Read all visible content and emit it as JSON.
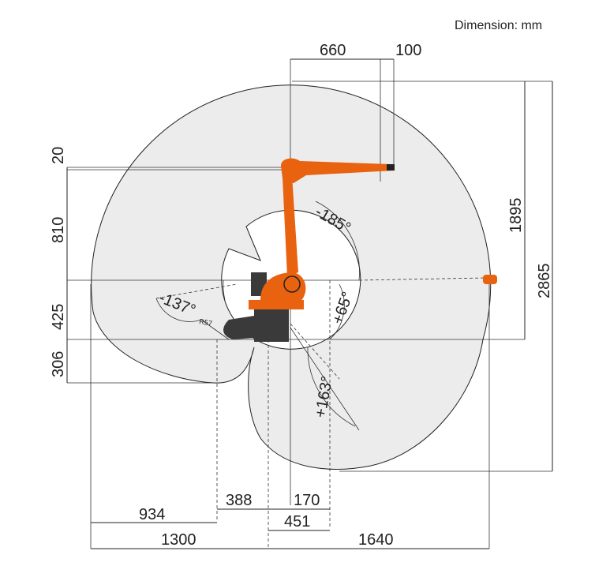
{
  "caption": "Dimension: mm",
  "top_dims": {
    "a": "660",
    "b": "100"
  },
  "left_dims": {
    "a": "20",
    "b": "810",
    "c": "425",
    "d": "306"
  },
  "right_dims": {
    "a": "1895",
    "b": "2865"
  },
  "angles": {
    "a1": "-185°",
    "a2": "-137°",
    "a3": "+65°",
    "a4": "+163°"
  },
  "radius_label": "R57",
  "bottom_dims": {
    "a": "388",
    "b": "170",
    "c": "934",
    "d": "451",
    "e": "1300",
    "f": "1640"
  },
  "colors": {
    "robot": "#e8620f",
    "envelope": "#ececec",
    "base": "#3a3a3a"
  }
}
